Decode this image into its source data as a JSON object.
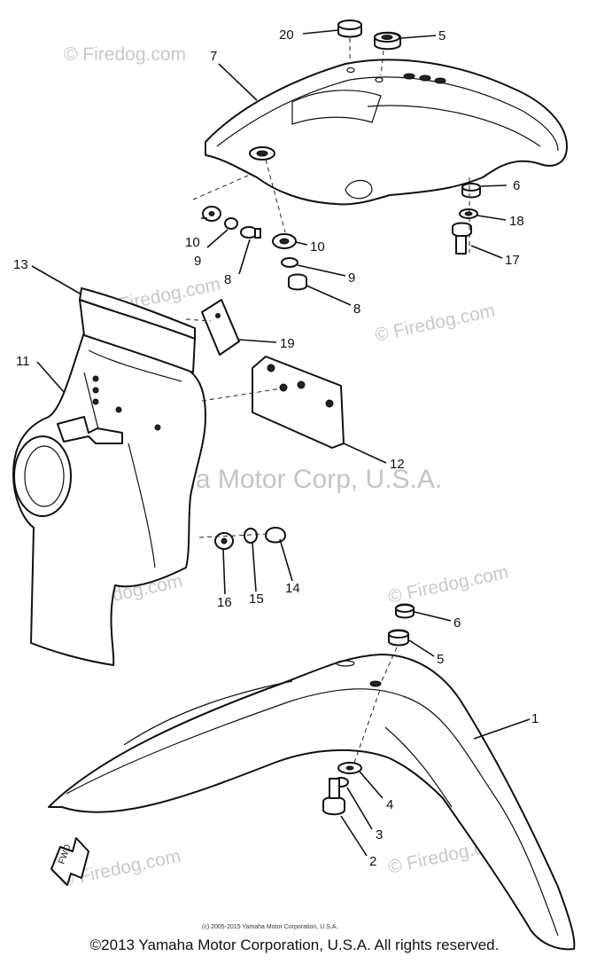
{
  "watermarks": {
    "site": "© Firedog.com",
    "corp": "Yamaha Motor Corp, U.S.A."
  },
  "callouts": {
    "c20": "20",
    "c5a": "5",
    "c7": "7",
    "c6a": "6",
    "c18": "18",
    "c17": "17",
    "c10a": "10",
    "c9a": "9",
    "c8a": "8",
    "c10b": "10",
    "c9b": "9",
    "c8b": "8",
    "c13": "13",
    "c19": "19",
    "c11": "11",
    "c12": "12",
    "c16": "16",
    "c15": "15",
    "c14": "14",
    "c6b": "6",
    "c5b": "5",
    "c1": "1",
    "c4": "4",
    "c3": "3",
    "c2": "2"
  },
  "fwd_label": "FWD",
  "small_copyright": "(c) 2005-2015 Yamaha Motor Corporation, U.S.A.",
  "footer": "©2013 Yamaha Motor Corporation, U.S.A. All rights reserved."
}
